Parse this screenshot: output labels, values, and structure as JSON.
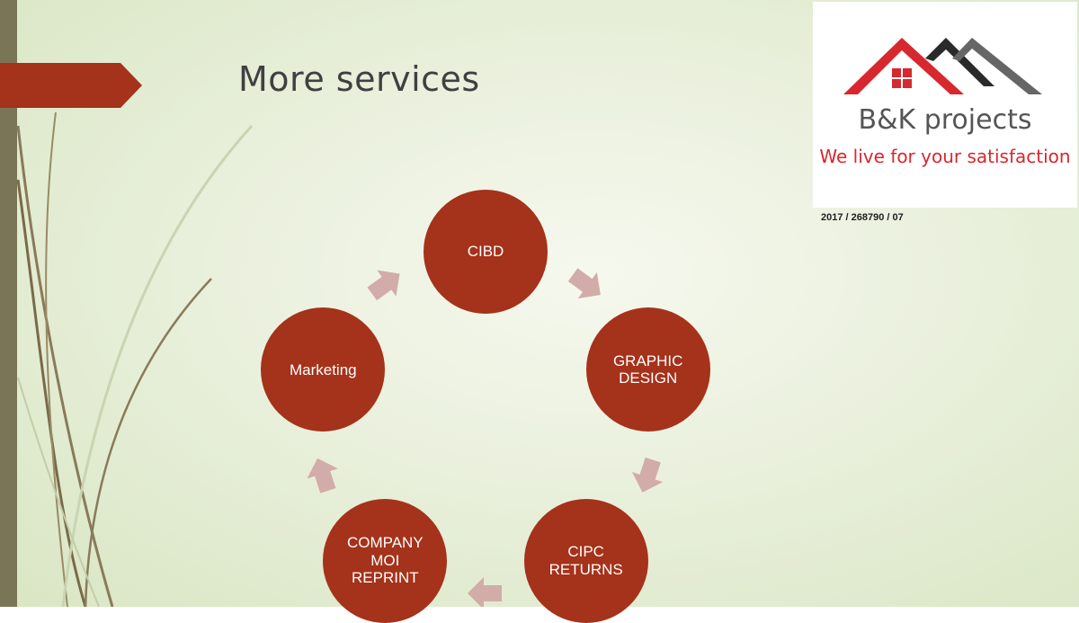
{
  "slide": {
    "title": "More services"
  },
  "logo": {
    "name": "B&K projects",
    "tagline": "We live for your satisfaction"
  },
  "registration_number": "2017 / 268790 / 07",
  "cycle": {
    "nodes": [
      {
        "label": "CIBD"
      },
      {
        "label": "GRAPHIC\nDESIGN"
      },
      {
        "label": "CIPC\nRETURNS"
      },
      {
        "label": "COMPANY\nMOI\nREPRINT"
      },
      {
        "label": "Marketing"
      }
    ]
  },
  "colors": {
    "accent": "#a5321a",
    "arrow": "#d2aca8",
    "side_bar": "#7b7558",
    "logo_red": "#d7282f"
  }
}
